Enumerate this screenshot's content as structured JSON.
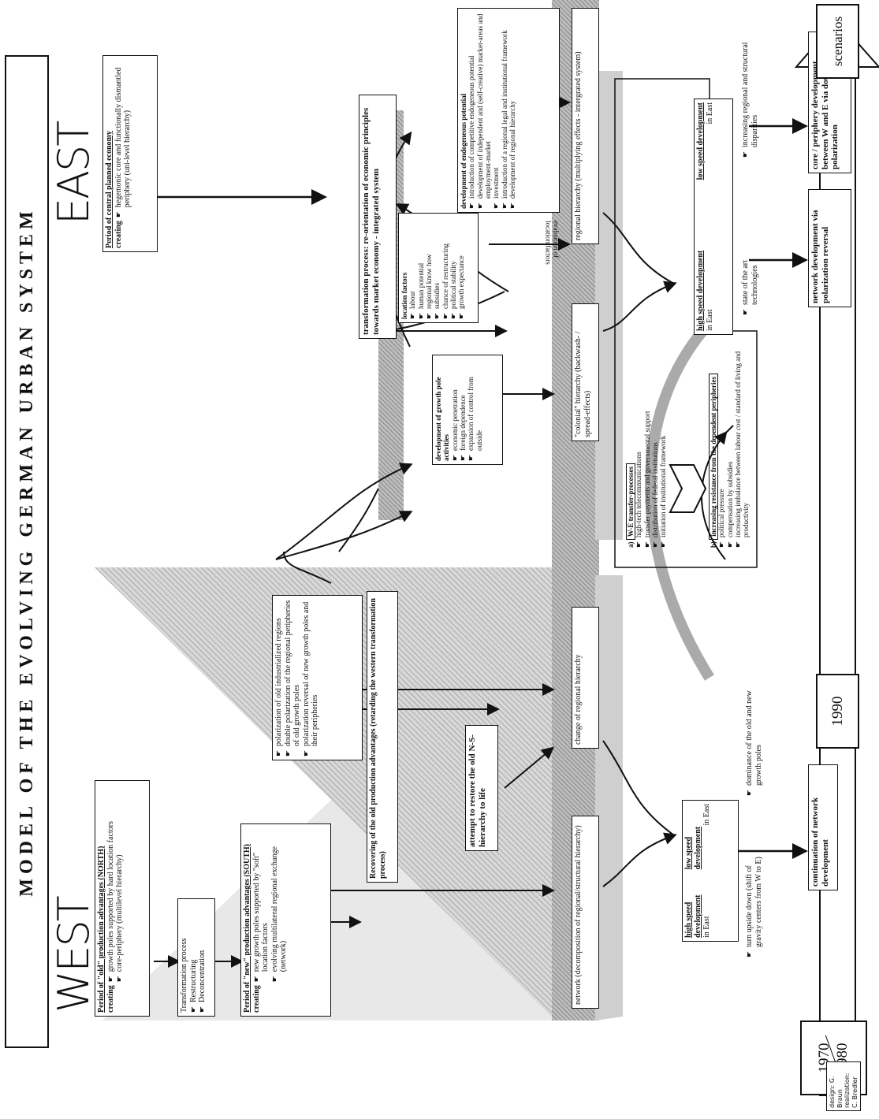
{
  "title": "MODEL OF THE EVOLVING GERMAN URBAN SYSTEM",
  "regions": {
    "west": "WEST",
    "east": "EAST"
  },
  "timeline": {
    "t1_top": "1970",
    "t1_bottom": "1980",
    "t2": "1990",
    "t3": "scenarios"
  },
  "west": {
    "old_period": {
      "heading": "Period of \"old\" production advantages (NORTH)",
      "creating": "creating",
      "items": [
        "growth poles supported by hard location factors",
        "core-periphery (multilevel hierarchy)"
      ]
    },
    "transformation": {
      "heading": "Transformation process",
      "items": [
        "Restructuring",
        "Deconcentration"
      ]
    },
    "new_period": {
      "heading": "Period of \"new\" production advantages (SOUTH)",
      "creating": "creating",
      "items": [
        "new growth poles supported by \"soft\" location factors",
        "evolving multilateral regional exchange (network)"
      ]
    },
    "polarization": {
      "items": [
        "polarization of old industrialized regions",
        "double polarization of the regional peripheries of old growth poles",
        "polarization reversal of new growth poles and their peripheries"
      ]
    },
    "recovering": "Recovering of the old production advantages (retarding the western transformation process)",
    "attempt": "attempt to restore the old N-S-hierarchy to life",
    "network_box": "network (decomposition of regional/structural hierarchy)",
    "change_box": "change of regional hierarchy"
  },
  "east": {
    "central": {
      "heading": "Period of central planned economy",
      "creating": "creating",
      "items": [
        "hegemonic core and functionally dismantled periphery (uni-level hierarchy)"
      ]
    },
    "transformation": "transformation process: re-orientation of economic principles towards market economy - integrated system",
    "location_factors": {
      "heading": "location factors",
      "items": [
        "labour",
        "human potential",
        "regional know how",
        "subsidies",
        "chance of restructuring",
        "political stability",
        "growth expectance"
      ]
    },
    "endogeneous": {
      "heading": "development of endogeneous potential",
      "items": [
        "introduction of competitive endogeneous potential",
        "development of independent and (self-creative) market-areas and employment-market",
        "investment",
        "introduction of a regional legal and institutional framework",
        "development of regional hierarchy"
      ]
    },
    "growth_pole": {
      "heading": "development of growth pole activities",
      "items": [
        "economic penetration",
        "foreign dependence",
        "expansion of control from outside"
      ]
    },
    "evaluation": "evaluation of location factors",
    "colonial_box": "\"colonial\" hierarchy (backwash- / spread-effects)",
    "regional_box": "regional hierarchy (multiplying effects - intergrated system)"
  },
  "transfer": {
    "a_label": "a)",
    "a_heading": "W-E transfer-processes",
    "a_items": [
      "high-tech telecommunications",
      "transfer payments and governmental support",
      "distribution of federal institutions",
      "initiation of institutional framework"
    ],
    "b_label": "b)",
    "b_heading": "increasing resistance from the dependent peripheries",
    "b_items": [
      "political pressure",
      "compensation by subsidies",
      "increasing imbalance between labour cost / standard of living and productivity"
    ]
  },
  "scenarios": {
    "w1": {
      "high": "high speed development",
      "low": "low speed development",
      "low_sub": "in East",
      "high_sub": "in East",
      "left_item": "turn upside down (shift of gravity centers from W to E)",
      "right_item": "dominance of the old and new growth poles",
      "result": "continuation of network development"
    },
    "e1": {
      "high": "high speed development",
      "high_sub": "in East",
      "low": "low speed development",
      "low_sub": "in East",
      "left_item": "state of the art technologies",
      "right_item": "increasing regional and structural disparities",
      "result_left": "network development via polarization reversal",
      "result_right": "core / periphery development between W and E via double polarization"
    }
  },
  "credits": {
    "design": "design: G. Braun",
    "realization": "realization: C. Bredler"
  }
}
